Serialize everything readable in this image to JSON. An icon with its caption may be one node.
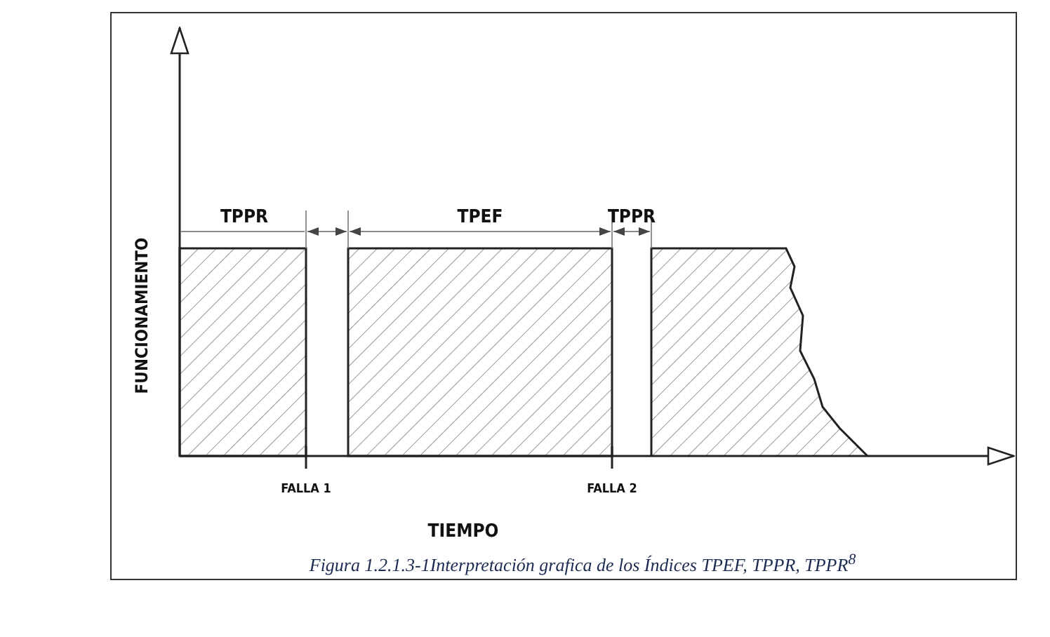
{
  "diagram": {
    "caption": "Figura 1.2.1.3-1Interpretación grafica de los Índices TPEF, TPPR, TPPR$^{8}$",
    "labels": [
      "TPPR",
      "TPEF",
      "TPPR",
      "FUNCIONAMIENTO",
      "FALLA 1",
      "FALLA 2",
      "TIEMPO"
    ]
  }
}
